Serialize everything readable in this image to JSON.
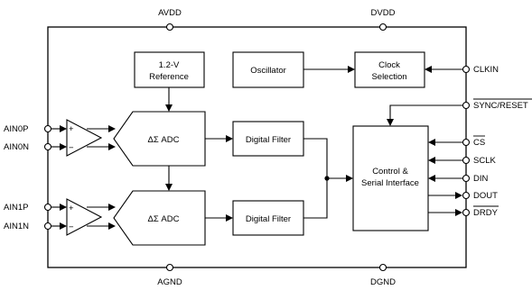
{
  "supplies": {
    "avdd": "AVDD",
    "dvdd": "DVDD",
    "agnd": "AGND",
    "dgnd": "DGND"
  },
  "inputs": {
    "ain0p": "AIN0P",
    "ain0n": "AIN0N",
    "ain1p": "AIN1P",
    "ain1n": "AIN1N"
  },
  "blocks": {
    "reference": [
      "1.2-V",
      "Reference"
    ],
    "oscillator": "Oscillator",
    "clock_selection": [
      "Clock",
      "Selection"
    ],
    "adc": "ΔΣ ADC",
    "digital_filter": "Digital Filter",
    "control": [
      "Control &",
      "Serial Interface"
    ]
  },
  "amp_signs": {
    "plus": "+",
    "minus": "−"
  },
  "pins_right": {
    "clkin": "CLKIN",
    "sync_reset": "SYNC/RESET",
    "cs": "CS",
    "sclk": "SCLK",
    "din": "DIN",
    "dout": "DOUT",
    "drdy": "DRDY"
  }
}
